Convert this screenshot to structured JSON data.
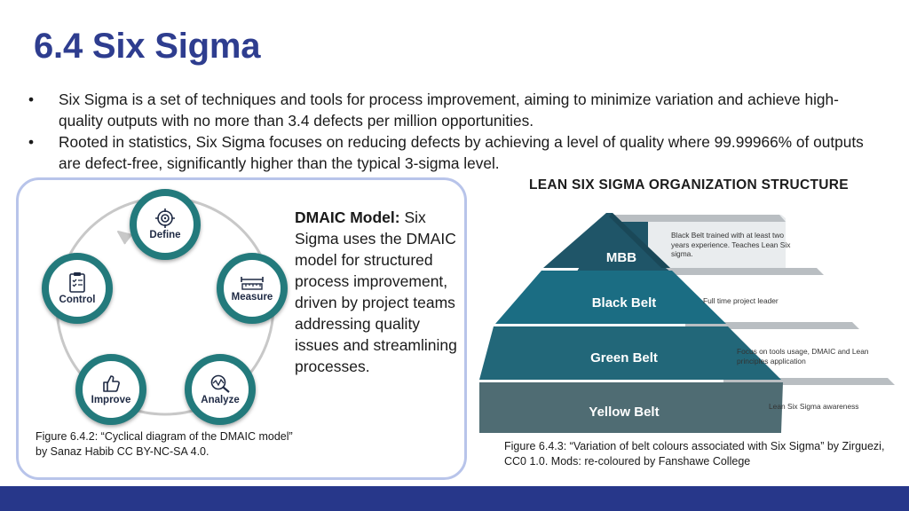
{
  "slide": {
    "title": "6.4 Six Sigma",
    "bullets": [
      "Six Sigma is a set of techniques and tools for process improvement, aiming to minimize variation and achieve high-quality outputs with no more than 3.4 defects per million opportunities.",
      "Rooted in statistics, Six Sigma focuses on reducing defects by achieving a level of quality where 99.99966% of outputs are defect-free, significantly higher than the typical 3-sigma level."
    ]
  },
  "dmaic": {
    "steps": [
      "Define",
      "Measure",
      "Analyze",
      "Improve",
      "Control"
    ],
    "heading": "DMAIC Model:",
    "text": " Six Sigma uses the DMAIC model for structured process improvement, driven by project teams addressing quality issues and streamlining processes.",
    "caption": "Figure 6.4.2: “Cyclical diagram of the DMAIC model” by Sanaz Habib CC BY-NC-SA 4.0."
  },
  "pyramid": {
    "title": "LEAN SIX SIGMA ORGANIZATION STRUCTURE",
    "levels": [
      {
        "label": "MBB",
        "note": "Black Belt trained with at least two years experience. Teaches Lean Six sigma."
      },
      {
        "label": "Black Belt",
        "note": "Full time project leader"
      },
      {
        "label": "Green Belt",
        "note": "Focus on tools usage, DMAIC and Lean principles application"
      },
      {
        "label": "Yellow Belt",
        "note": "Lean Six Sigma awareness"
      }
    ],
    "caption": "Figure 6.4.3: “Variation of belt colours associated with Six Sigma” by Zirguezi, CC0 1.0. Mods: re-coloured by Fanshawe College"
  },
  "colors": {
    "title": "#2e3d8f",
    "ring": "#237a7c",
    "panel_border": "#b8c4ea",
    "footer": "#27378a",
    "pyramid": [
      "#1f5568",
      "#1b6d83",
      "#226779",
      "#4f6c73"
    ]
  },
  "icons": [
    "target-icon",
    "ruler-icon",
    "magnifier-chart-icon",
    "thumbs-up-icon",
    "clipboard-icon",
    "cycle-arrow-icon"
  ]
}
